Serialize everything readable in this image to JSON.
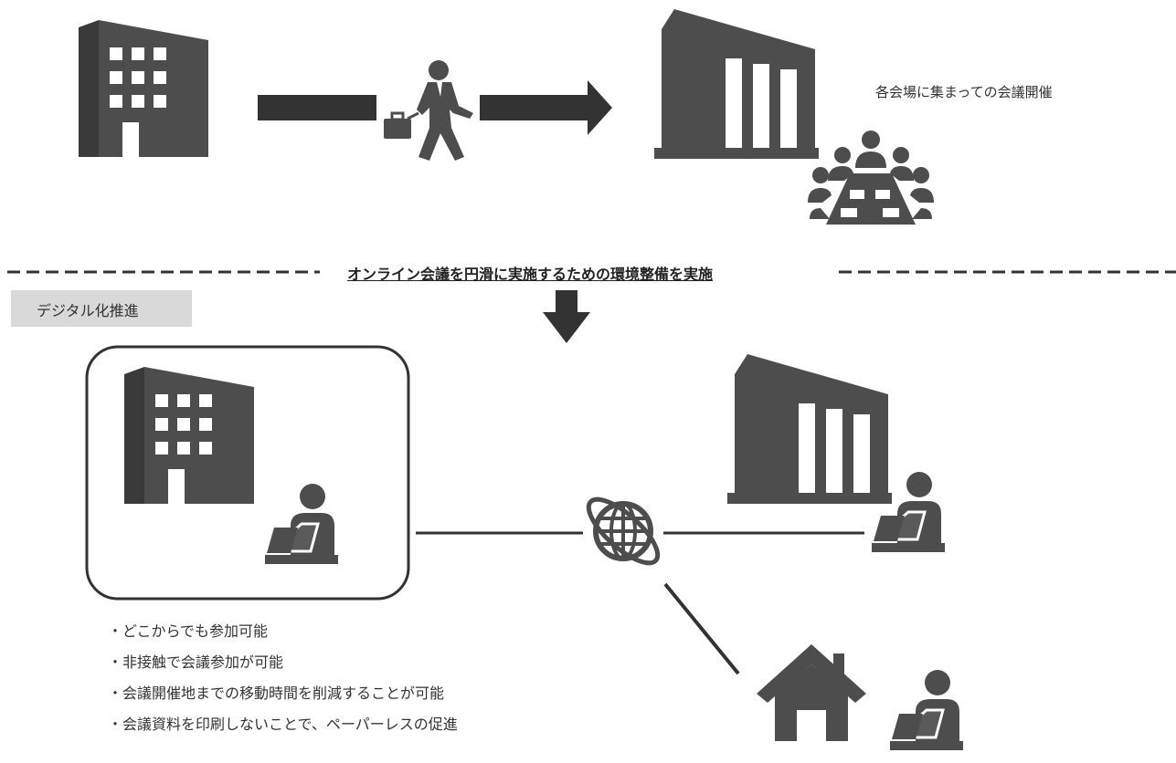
{
  "top": {
    "caption": "各会場に集まっての会議開催"
  },
  "divider": {
    "title": "オンライン会議を円滑に実施するための環境整備を実施"
  },
  "tag": {
    "label": "デジタル化推進"
  },
  "benefits": [
    "・どこからでも参加可能",
    "・非接触で会議参加が可能",
    "・会議開催地までの移動時間を削減することが可能",
    "・会議資料を印刷しないことで、ペーパーレスの促進"
  ],
  "icons": {
    "office": "office-building-icon",
    "commuter": "businessman-walking-icon",
    "venue": "conference-venue-building-icon",
    "meeting": "meeting-table-icon",
    "globe": "globe-icon",
    "user_laptop": "user-at-laptop-icon",
    "home": "house-icon"
  },
  "colors": {
    "icon": "#4d4d4d",
    "tag_background": "#d9d9d9",
    "text": "#333333"
  }
}
